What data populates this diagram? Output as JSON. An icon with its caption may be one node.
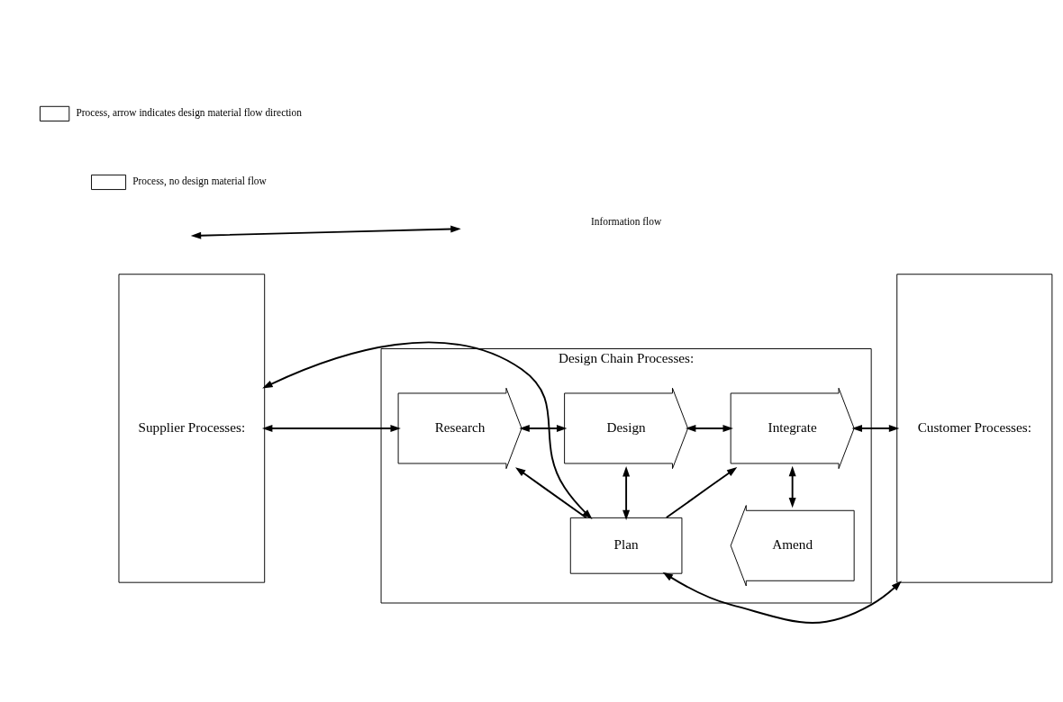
{
  "diagram": {
    "nodes": [
      {
        "text": [
          "Supplier Processes:"
        ]
      },
      {
        "text": [
          "Design Chain Processes:"
        ]
      },
      {
        "text": [
          "Customer Processes:"
        ]
      },
      {
        "text": [
          "Plan"
        ],
        "in": 1
      },
      {
        "text": [
          "Research"
        ],
        "in": 1
      },
      {
        "text": [
          "Design"
        ],
        "in": 1
      },
      {
        "text": [
          "Integrate"
        ],
        "in": 1
      },
      {
        "text": [
          "Amend"
        ],
        "in": 1
      }
    ],
    "edges": [
      {
        "from": 0,
        "to": 3,
        "arrow": "both"
      },
      {
        "from": 3,
        "to": 2,
        "arrow": "both"
      },
      {
        "from": 3,
        "to": 5,
        "arrow": "both"
      },
      {
        "from": 3,
        "to": 4,
        "arrow": "to"
      },
      {
        "from": 3,
        "to": 6,
        "arrow": "to"
      },
      {
        "from": 0,
        "to": 4,
        "arrow": "both"
      },
      {
        "from": 4,
        "to": 5,
        "arrow": "both"
      },
      {
        "from": 5,
        "to": 6,
        "arrow": "both"
      },
      {
        "from": 6,
        "to": 2,
        "arrow": "both"
      },
      {
        "from": 6,
        "to": 7,
        "arrow": "both"
      }
    ],
    "legend": [
      {
        "text": "Process, arrow indicates design material flow direction"
      },
      {
        "text": "Process, no design material flow"
      },
      {
        "text": "Information flow"
      }
    ]
  }
}
